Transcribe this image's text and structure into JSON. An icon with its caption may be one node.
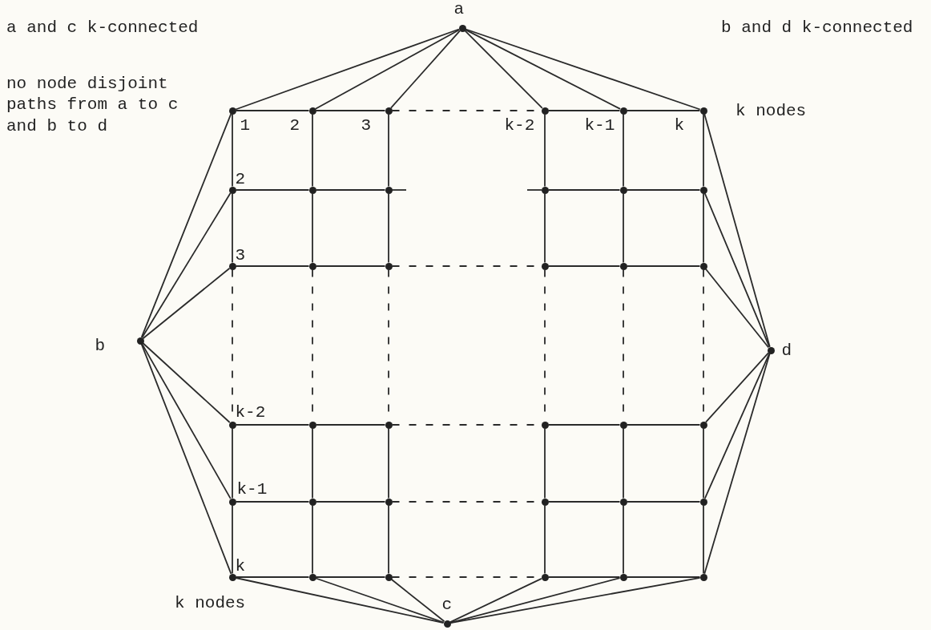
{
  "diagram": {
    "nodes": [
      {
        "text": [
          "a"
        ]
      },
      {
        "text": [],
        "shape": "circle",
        "beside": [
          "1"
        ]
      },
      {
        "text": [],
        "shape": "circle",
        "beside": [
          "2"
        ]
      },
      {
        "text": [],
        "shape": "circle",
        "beside": [
          "3"
        ]
      },
      {
        "text": [],
        "shape": "circle",
        "beside": [
          "k-2"
        ]
      },
      {
        "text": [],
        "shape": "circle",
        "beside": [
          "k-1"
        ]
      },
      {
        "text": [],
        "shape": "circle",
        "beside": [
          "k"
        ]
      },
      {
        "text": [],
        "shape": "circle",
        "beside": [
          "2"
        ]
      },
      {
        "text": [],
        "shape": "circle"
      },
      {
        "text": [],
        "shape": "circle"
      },
      {
        "text": [],
        "shape": "circle"
      },
      {
        "text": [],
        "shape": "circle"
      },
      {
        "text": [],
        "shape": "circle"
      },
      {
        "text": [],
        "shape": "circle",
        "beside": [
          "3"
        ]
      },
      {
        "text": [],
        "shape": "circle"
      },
      {
        "text": [],
        "shape": "circle"
      },
      {
        "text": [],
        "shape": "circle"
      },
      {
        "text": [],
        "shape": "circle"
      },
      {
        "text": [],
        "shape": "circle"
      },
      {
        "text": [
          "b"
        ]
      },
      {
        "text": [
          "d"
        ]
      },
      {
        "text": [],
        "shape": "circle",
        "beside": [
          "k-2"
        ]
      },
      {
        "text": [],
        "shape": "circle"
      },
      {
        "text": [],
        "shape": "circle"
      },
      {
        "text": [],
        "shape": "circle"
      },
      {
        "text": [],
        "shape": "circle"
      },
      {
        "text": [],
        "shape": "circle"
      },
      {
        "text": [],
        "shape": "circle",
        "beside": [
          "k-1"
        ]
      },
      {
        "text": [],
        "shape": "circle"
      },
      {
        "text": [],
        "shape": "circle"
      },
      {
        "text": [],
        "shape": "circle"
      },
      {
        "text": [],
        "shape": "circle"
      },
      {
        "text": [],
        "shape": "circle"
      },
      {
        "text": [],
        "shape": "circle",
        "beside": [
          "k"
        ]
      },
      {
        "text": [],
        "shape": "circle"
      },
      {
        "text": [],
        "shape": "circle"
      },
      {
        "text": [],
        "shape": "circle"
      },
      {
        "text": [],
        "shape": "circle"
      },
      {
        "text": [],
        "shape": "circle"
      },
      {
        "text": [
          "c"
        ]
      }
    ],
    "edges": [
      {
        "from": 0,
        "to": 1,
        "arrow": "none"
      },
      {
        "from": 0,
        "to": 2,
        "arrow": "none"
      },
      {
        "from": 0,
        "to": 3,
        "arrow": "none"
      },
      {
        "from": 0,
        "to": 4,
        "arrow": "none"
      },
      {
        "from": 0,
        "to": 5,
        "arrow": "none"
      },
      {
        "from": 0,
        "to": 6,
        "arrow": "none"
      },
      {
        "from": 19,
        "to": 1,
        "arrow": "none"
      },
      {
        "from": 19,
        "to": 7,
        "arrow": "none"
      },
      {
        "from": 19,
        "to": 13,
        "arrow": "none"
      },
      {
        "from": 19,
        "to": 21,
        "arrow": "none"
      },
      {
        "from": 19,
        "to": 27,
        "arrow": "none"
      },
      {
        "from": 19,
        "to": 33,
        "arrow": "none"
      },
      {
        "from": 20,
        "to": 6,
        "arrow": "none"
      },
      {
        "from": 20,
        "to": 12,
        "arrow": "none"
      },
      {
        "from": 20,
        "to": 18,
        "arrow": "none"
      },
      {
        "from": 20,
        "to": 26,
        "arrow": "none"
      },
      {
        "from": 20,
        "to": 32,
        "arrow": "none"
      },
      {
        "from": 20,
        "to": 38,
        "arrow": "none"
      },
      {
        "from": 39,
        "to": 33,
        "arrow": "none"
      },
      {
        "from": 39,
        "to": 34,
        "arrow": "none"
      },
      {
        "from": 39,
        "to": 35,
        "arrow": "none"
      },
      {
        "from": 39,
        "to": 36,
        "arrow": "none"
      },
      {
        "from": 39,
        "to": 37,
        "arrow": "none"
      },
      {
        "from": 39,
        "to": 38,
        "arrow": "none"
      },
      {
        "from": 1,
        "to": 2,
        "arrow": "none"
      },
      {
        "from": 2,
        "to": 3,
        "arrow": "none"
      },
      {
        "from": 3,
        "to": 4,
        "arrow": "none",
        "style": "dashed"
      },
      {
        "from": 4,
        "to": 5,
        "arrow": "none"
      },
      {
        "from": 5,
        "to": 6,
        "arrow": "none"
      },
      {
        "from": 7,
        "to": 8,
        "arrow": "none"
      },
      {
        "from": 8,
        "to": 9,
        "arrow": "none"
      },
      {
        "from": 10,
        "to": 11,
        "arrow": "none"
      },
      {
        "from": 11,
        "to": 12,
        "arrow": "none"
      },
      {
        "from": 13,
        "to": 14,
        "arrow": "none"
      },
      {
        "from": 14,
        "to": 15,
        "arrow": "none"
      },
      {
        "from": 15,
        "to": 16,
        "arrow": "none",
        "style": "dashed"
      },
      {
        "from": 16,
        "to": 17,
        "arrow": "none"
      },
      {
        "from": 17,
        "to": 18,
        "arrow": "none"
      },
      {
        "from": 21,
        "to": 22,
        "arrow": "none"
      },
      {
        "from": 22,
        "to": 23,
        "arrow": "none"
      },
      {
        "from": 23,
        "to": 24,
        "arrow": "none",
        "style": "dashed"
      },
      {
        "from": 24,
        "to": 25,
        "arrow": "none"
      },
      {
        "from": 25,
        "to": 26,
        "arrow": "none"
      },
      {
        "from": 27,
        "to": 28,
        "arrow": "none"
      },
      {
        "from": 28,
        "to": 29,
        "arrow": "none"
      },
      {
        "from": 29,
        "to": 30,
        "arrow": "none",
        "style": "dashed"
      },
      {
        "from": 30,
        "to": 31,
        "arrow": "none"
      },
      {
        "from": 31,
        "to": 32,
        "arrow": "none"
      },
      {
        "from": 33,
        "to": 34,
        "arrow": "none"
      },
      {
        "from": 34,
        "to": 35,
        "arrow": "none"
      },
      {
        "from": 35,
        "to": 36,
        "arrow": "none",
        "style": "dashed"
      },
      {
        "from": 36,
        "to": 37,
        "arrow": "none"
      },
      {
        "from": 37,
        "to": 38,
        "arrow": "none"
      },
      {
        "from": 1,
        "to": 7,
        "arrow": "none"
      },
      {
        "from": 7,
        "to": 13,
        "arrow": "none"
      },
      {
        "from": 13,
        "to": 21,
        "arrow": "none",
        "style": "dashed"
      },
      {
        "from": 21,
        "to": 27,
        "arrow": "none"
      },
      {
        "from": 27,
        "to": 33,
        "arrow": "none"
      },
      {
        "from": 2,
        "to": 8,
        "arrow": "none"
      },
      {
        "from": 8,
        "to": 14,
        "arrow": "none"
      },
      {
        "from": 14,
        "to": 22,
        "arrow": "none",
        "style": "dashed"
      },
      {
        "from": 22,
        "to": 28,
        "arrow": "none"
      },
      {
        "from": 28,
        "to": 34,
        "arrow": "none"
      },
      {
        "from": 3,
        "to": 9,
        "arrow": "none"
      },
      {
        "from": 9,
        "to": 15,
        "arrow": "none"
      },
      {
        "from": 15,
        "to": 23,
        "arrow": "none",
        "style": "dashed"
      },
      {
        "from": 23,
        "to": 29,
        "arrow": "none"
      },
      {
        "from": 29,
        "to": 35,
        "arrow": "none"
      },
      {
        "from": 4,
        "to": 10,
        "arrow": "none"
      },
      {
        "from": 10,
        "to": 16,
        "arrow": "none"
      },
      {
        "from": 16,
        "to": 24,
        "arrow": "none",
        "style": "dashed"
      },
      {
        "from": 24,
        "to": 30,
        "arrow": "none"
      },
      {
        "from": 30,
        "to": 36,
        "arrow": "none"
      },
      {
        "from": 5,
        "to": 11,
        "arrow": "none"
      },
      {
        "from": 11,
        "to": 17,
        "arrow": "none"
      },
      {
        "from": 17,
        "to": 25,
        "arrow": "none",
        "style": "dashed"
      },
      {
        "from": 25,
        "to": 31,
        "arrow": "none"
      },
      {
        "from": 31,
        "to": 37,
        "arrow": "none"
      },
      {
        "from": 6,
        "to": 12,
        "arrow": "none"
      },
      {
        "from": 12,
        "to": 18,
        "arrow": "none"
      },
      {
        "from": 18,
        "to": 26,
        "arrow": "none",
        "style": "dashed"
      },
      {
        "from": 26,
        "to": 32,
        "arrow": "none"
      },
      {
        "from": 32,
        "to": 38,
        "arrow": "none"
      }
    ],
    "labels": [
      "a and c k-connected",
      "b and d k-connected",
      "no node disjoint paths from a to c and b to d",
      "k nodes",
      "k nodes"
    ]
  }
}
